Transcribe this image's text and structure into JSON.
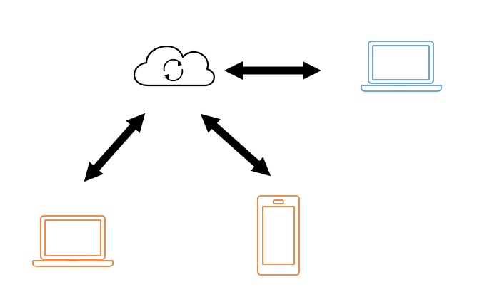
{
  "diagram": {
    "nodes": [
      {
        "id": "cloud",
        "kind": "cloud-sync-icon"
      },
      {
        "id": "laptop-blue",
        "kind": "laptop-icon",
        "color": "#5B9BD5"
      },
      {
        "id": "laptop-orange",
        "kind": "laptop-icon",
        "color": "#ED7D31"
      },
      {
        "id": "phone-orange",
        "kind": "smartphone-icon",
        "color": "#ED7D31"
      }
    ],
    "connections": [
      {
        "from": "cloud",
        "to": "laptop-blue",
        "style": "double-arrow"
      },
      {
        "from": "cloud",
        "to": "laptop-orange",
        "style": "double-arrow"
      },
      {
        "from": "cloud",
        "to": "phone-orange",
        "style": "double-arrow"
      }
    ],
    "colors": {
      "cloud_stroke": "#000000",
      "arrow_fill": "#000000",
      "blue_device": "#5B9BD5",
      "orange_device": "#ED7D31"
    }
  }
}
